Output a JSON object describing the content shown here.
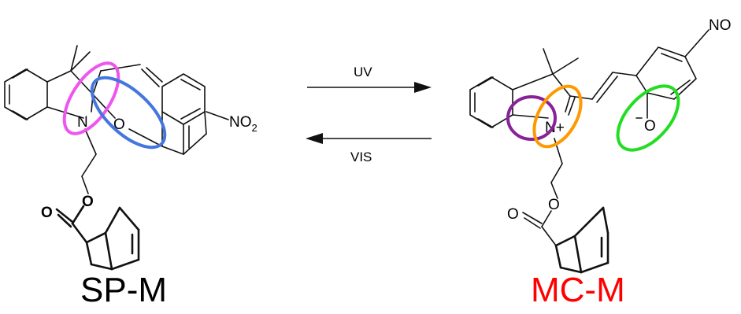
{
  "reaction": {
    "forward_label": "UV",
    "reverse_label": "VIS"
  },
  "left_molecule": {
    "name": "SP-M",
    "name_color": "#000000",
    "atoms": {
      "n": "N",
      "o_ring": "O",
      "nitro": "NO",
      "nitro_sub": "2",
      "o_ester": "O",
      "o_carbonyl": "O"
    }
  },
  "right_molecule": {
    "name": "MC-M",
    "name_color": "#ff0000",
    "atoms": {
      "n": "N+",
      "o_phenoxide": "O",
      "nitro": "NO",
      "o_ester": "O",
      "o_carbonyl": "O"
    }
  },
  "highlight_colors": {
    "magenta": "#ee55ee",
    "blue": "#4477dd",
    "purple": "#882299",
    "orange": "#ff9900",
    "green": "#22dd22"
  }
}
